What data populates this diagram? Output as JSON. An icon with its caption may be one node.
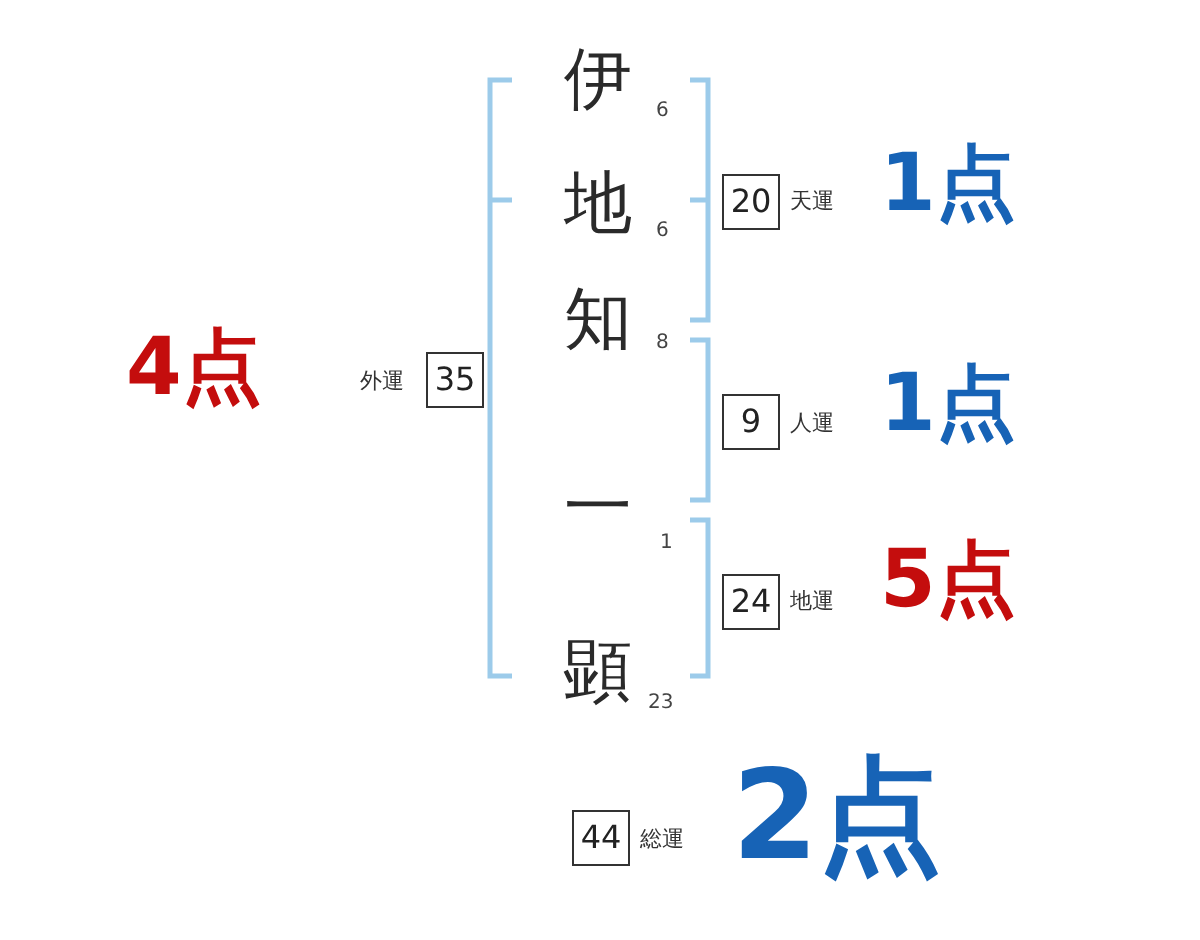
{
  "diagram": {
    "nodes": [
      {
        "text": [
          "20"
        ],
        "beside": [
          "天運",
          "1点"
        ]
      },
      {
        "text": [
          "35"
        ],
        "beside": [
          "4点",
          "外運"
        ]
      },
      {
        "text": [
          "9"
        ],
        "beside": [
          "人運",
          "1点"
        ]
      },
      {
        "text": [
          "24"
        ],
        "beside": [
          "地運",
          "5点"
        ]
      },
      {
        "text": [
          "44"
        ],
        "beside": [
          "総運",
          "2点"
        ]
      }
    ],
    "labels": [
      "伊",
      "6",
      "地",
      "6",
      "知",
      "8",
      "一",
      "1",
      "顕",
      "23"
    ]
  }
}
